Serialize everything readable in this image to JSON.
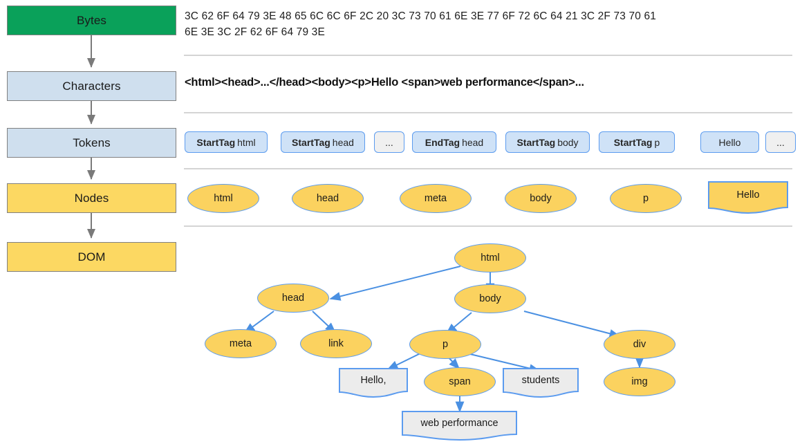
{
  "diagram": {
    "title": "Browser HTML parsing pipeline: Bytes to DOM",
    "colors": {
      "green": "#0aa15a",
      "light_blue": "#cfdfee",
      "yellow": "#fbd25f",
      "node_border": "#5b9bef",
      "token_fill": "#cfe2f7",
      "text_node_fill": "#ececec",
      "separator": "#d4d4d4",
      "arrow_gray": "#7a7a7a"
    }
  },
  "pipeline": {
    "steps": [
      {
        "label": "Bytes",
        "color": "green"
      },
      {
        "label": "Characters",
        "color": "blue"
      },
      {
        "label": "Tokens",
        "color": "blue"
      },
      {
        "label": "Nodes",
        "color": "yellow"
      },
      {
        "label": "DOM",
        "color": "yellow"
      }
    ]
  },
  "bytes_row": {
    "text": "3C 62 6F 64 79 3E 48 65 6C 6C 6F 2C 20 3C 73 70 61 6E 3E 77 6F 72 6C 64 21 3C 2F 73 70 61\n6E 3E 3C 2F 62 6F 64 79 3E"
  },
  "characters_row": {
    "text": "<html><head>...</head><body><p>Hello <span>web performance</span>..."
  },
  "tokens_row": {
    "tokens": [
      {
        "kind": "StartTag",
        "value": "html",
        "style": "tag"
      },
      {
        "kind": "StartTag",
        "value": "head",
        "style": "tag"
      },
      {
        "kind": "",
        "value": "...",
        "style": "ellipsis"
      },
      {
        "kind": "EndTag",
        "value": "head",
        "style": "tag"
      },
      {
        "kind": "StartTag",
        "value": "body",
        "style": "tag"
      },
      {
        "kind": "StartTag",
        "value": "p",
        "style": "tag"
      },
      {
        "kind": "",
        "value": "Hello",
        "style": "plain"
      },
      {
        "kind": "",
        "value": "...",
        "style": "ellipsis"
      }
    ]
  },
  "nodes_row": {
    "nodes": [
      {
        "label": "html",
        "shape": "ellipse"
      },
      {
        "label": "head",
        "shape": "ellipse"
      },
      {
        "label": "meta",
        "shape": "ellipse"
      },
      {
        "label": "body",
        "shape": "ellipse"
      },
      {
        "label": "p",
        "shape": "ellipse"
      },
      {
        "label": "Hello",
        "shape": "wave-yellow"
      }
    ]
  },
  "dom_tree": {
    "nodes": [
      {
        "id": "html",
        "label": "html",
        "shape": "ellipse"
      },
      {
        "id": "head",
        "label": "head",
        "shape": "ellipse"
      },
      {
        "id": "body",
        "label": "body",
        "shape": "ellipse"
      },
      {
        "id": "meta",
        "label": "meta",
        "shape": "ellipse"
      },
      {
        "id": "link",
        "label": "link",
        "shape": "ellipse"
      },
      {
        "id": "p",
        "label": "p",
        "shape": "ellipse"
      },
      {
        "id": "div",
        "label": "div",
        "shape": "ellipse"
      },
      {
        "id": "hello",
        "label": "Hello,",
        "shape": "wave-gray"
      },
      {
        "id": "span",
        "label": "span",
        "shape": "ellipse"
      },
      {
        "id": "students",
        "label": "students",
        "shape": "wave-gray"
      },
      {
        "id": "img",
        "label": "img",
        "shape": "ellipse"
      },
      {
        "id": "webperf",
        "label": "web performance",
        "shape": "wave-gray"
      }
    ],
    "edges": [
      {
        "from": "html",
        "to": "head"
      },
      {
        "from": "html",
        "to": "body"
      },
      {
        "from": "head",
        "to": "meta"
      },
      {
        "from": "head",
        "to": "link"
      },
      {
        "from": "body",
        "to": "p"
      },
      {
        "from": "body",
        "to": "div"
      },
      {
        "from": "p",
        "to": "hello"
      },
      {
        "from": "p",
        "to": "span"
      },
      {
        "from": "p",
        "to": "students"
      },
      {
        "from": "div",
        "to": "img"
      },
      {
        "from": "span",
        "to": "webperf"
      }
    ]
  }
}
